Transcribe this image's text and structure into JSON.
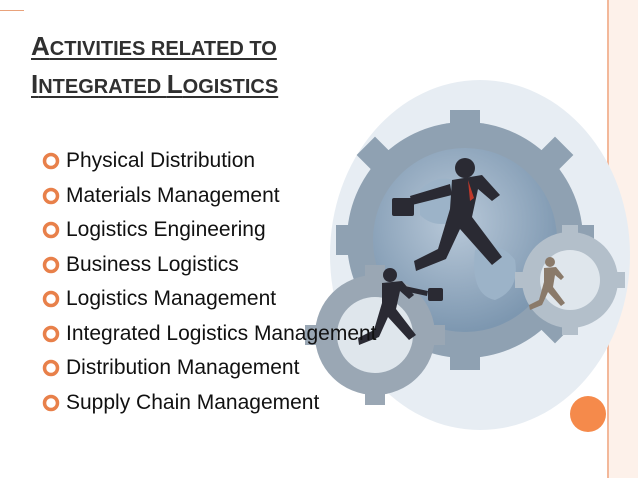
{
  "slide": {
    "title_line1": {
      "first_letter": "A",
      "rest": "CTIVITIES RELATED TO"
    },
    "title_line2": {
      "first_letter": "I",
      "rest": "NTEGRATED ",
      "second_first": "L",
      "second_rest": "OGISTICS"
    },
    "bullet_icon": "hollow-circle-bullet-icon",
    "accent_color": "#e8804a",
    "items": [
      "Physical Distribution",
      "Materials Management",
      "Logistics Engineering",
      "Business Logistics",
      "Logistics Management",
      "Integrated Logistics Management",
      "Distribution Management",
      "Supply Chain Management"
    ]
  }
}
